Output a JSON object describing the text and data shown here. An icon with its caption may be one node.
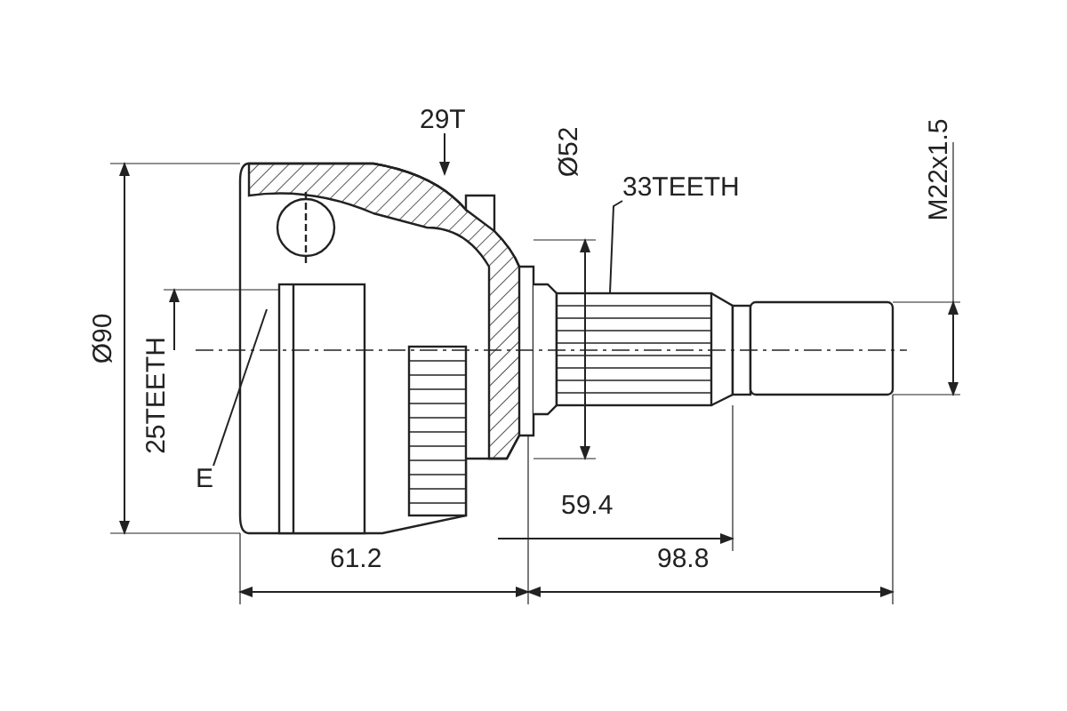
{
  "diagram": {
    "nodes": [
      {
        "text": [
          "29T"
        ]
      },
      {
        "text": [
          "33TEETH"
        ]
      },
      {
        "text": [
          "E"
        ]
      }
    ],
    "edges": [
      {
        "from": 0,
        "to": null,
        "arrow": "to"
      },
      {
        "from": 1,
        "to": null,
        "arrow": "none"
      },
      {
        "from": 2,
        "to": null,
        "arrow": "none"
      }
    ],
    "labels": [
      "Ø52",
      "M22x1.5",
      "Ø90",
      "25TEETH",
      "59.4",
      "61.2",
      "98.8"
    ]
  }
}
